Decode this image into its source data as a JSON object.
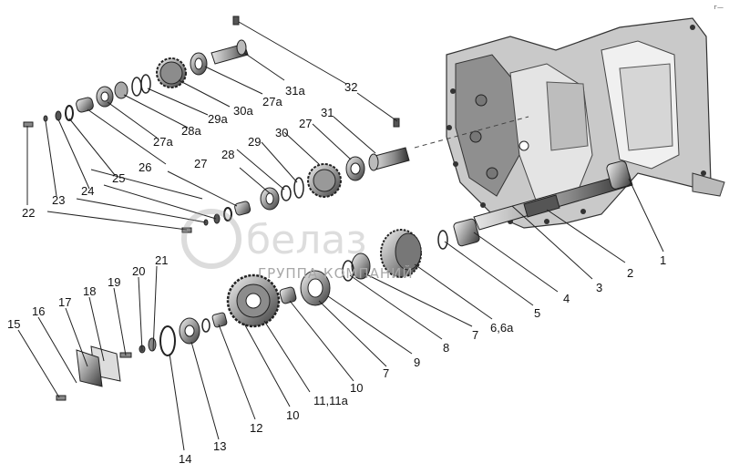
{
  "corner_mark": "г—",
  "watermark": {
    "brand": "белаз",
    "subtitle": "ГРУППА КОМПАНИЙ"
  },
  "labels": {
    "l1": "1",
    "l2": "2",
    "l3": "3",
    "l4": "4",
    "l5": "5",
    "l66a": "6,6а",
    "l7_top": "7",
    "l7_mid": "7",
    "l8": "8",
    "l9": "9",
    "l10_upper": "10",
    "l10_lower": "10",
    "l1111a": "11,11а",
    "l12": "12",
    "l13": "13",
    "l14": "14",
    "l15": "15",
    "l16": "16",
    "l17": "17",
    "l18": "18",
    "l19": "19",
    "l20": "20",
    "l21": "21",
    "l22": "22",
    "l23": "23",
    "l24": "24",
    "l25": "25",
    "l26": "26",
    "l27": "27",
    "l27_mid": "27",
    "l27a_top": "27а",
    "l27a_mid": "27а",
    "l28": "28",
    "l28a": "28а",
    "l29": "29",
    "l29a": "29а",
    "l30": "30",
    "l30a": "30а",
    "l31": "31",
    "l31a": "31а",
    "l32": "32"
  }
}
